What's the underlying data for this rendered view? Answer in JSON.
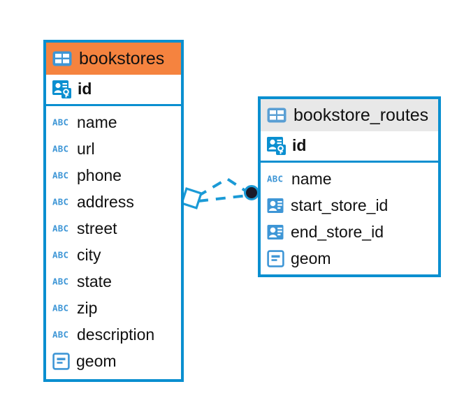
{
  "diagram": {
    "type": "entity-relationship-diagram",
    "accent_color": "#0a8fd0",
    "highlight_color": "#f5833f",
    "muted_header_color": "#e8e8e8",
    "entities": [
      {
        "name": "bookstores",
        "header_style": "highlighted",
        "table_icon": "table-icon",
        "primary_key": {
          "name": "id",
          "icon": "primary-key-icon"
        },
        "fields": [
          {
            "name": "name",
            "icon": "text-type-icon"
          },
          {
            "name": "url",
            "icon": "text-type-icon"
          },
          {
            "name": "phone",
            "icon": "text-type-icon"
          },
          {
            "name": "address",
            "icon": "text-type-icon"
          },
          {
            "name": "street",
            "icon": "text-type-icon"
          },
          {
            "name": "city",
            "icon": "text-type-icon"
          },
          {
            "name": "state",
            "icon": "text-type-icon"
          },
          {
            "name": "zip",
            "icon": "text-type-icon"
          },
          {
            "name": "description",
            "icon": "text-type-icon"
          },
          {
            "name": "geom",
            "icon": "geometry-type-icon"
          }
        ]
      },
      {
        "name": "bookstore_routes",
        "header_style": "muted",
        "table_icon": "table-icon",
        "primary_key": {
          "name": "id",
          "icon": "primary-key-icon"
        },
        "fields": [
          {
            "name": "name",
            "icon": "text-type-icon"
          },
          {
            "name": "start_store_id",
            "icon": "foreign-key-icon"
          },
          {
            "name": "end_store_id",
            "icon": "foreign-key-icon"
          },
          {
            "name": "geom",
            "icon": "geometry-type-icon"
          }
        ]
      }
    ],
    "relationships": [
      {
        "from_entity": "bookstores",
        "to_entity": "bookstore_routes",
        "from_marker": "diamond-marker",
        "to_marker": "circle-marker",
        "line_style": "dashed"
      },
      {
        "from_entity": "bookstores",
        "to_entity": "bookstore_routes",
        "from_marker": "diamond-marker",
        "to_marker": "circle-marker",
        "line_style": "dashed"
      }
    ]
  }
}
